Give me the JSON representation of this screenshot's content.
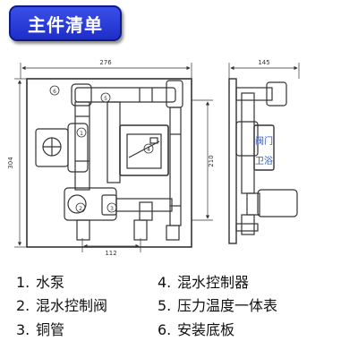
{
  "title": "主件清单",
  "dimensions": {
    "width": "276",
    "height": "304",
    "pipe_height": "210",
    "pipe_width": "112",
    "depth": "145"
  },
  "markers": [
    "1",
    "2",
    "3",
    "4",
    "5",
    "6"
  ],
  "gauge_label": [
    "阀门",
    "卫浴"
  ],
  "legend": [
    {
      "num": "1.",
      "label": "水泵"
    },
    {
      "num": "2.",
      "label": "混水控制阀"
    },
    {
      "num": "3.",
      "label": "铜管"
    },
    {
      "num": "4.",
      "label": "混水控制器"
    },
    {
      "num": "5.",
      "label": "压力温度一体表"
    },
    {
      "num": "6.",
      "label": "安装底板"
    }
  ],
  "colors": {
    "badge": "#2b3ed8",
    "line": "#333333",
    "watermark": "#2a55c8"
  }
}
